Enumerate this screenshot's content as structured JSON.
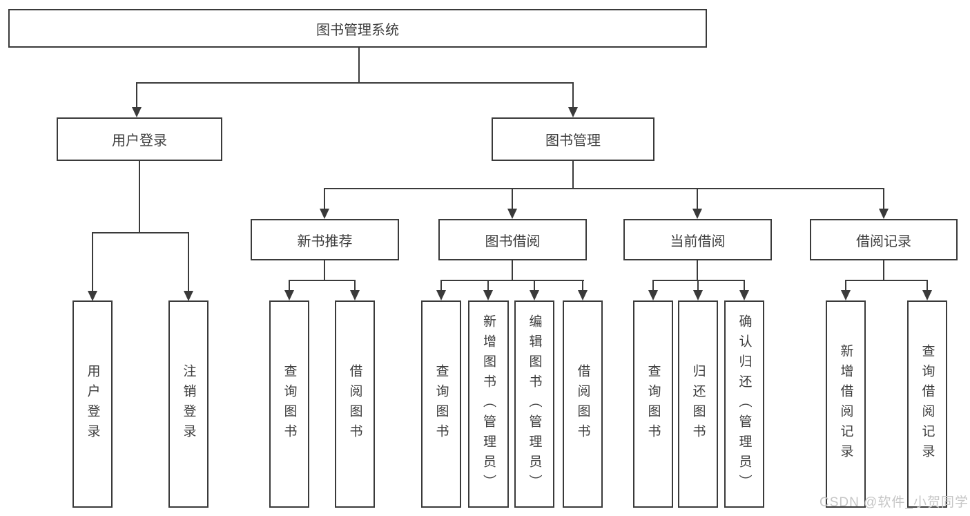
{
  "tree": {
    "root": "图书管理系统",
    "branches": [
      {
        "label": "用户登录",
        "children": [
          "用户登录",
          "注销登录"
        ]
      },
      {
        "label": "图书管理",
        "groups": [
          {
            "label": "新书推荐",
            "children": [
              "查询图书",
              "借阅图书"
            ]
          },
          {
            "label": "图书借阅",
            "children": [
              "查询图书",
              "新增图书（管理员）",
              "编辑图书（管理员）",
              "借阅图书"
            ]
          },
          {
            "label": "当前借阅",
            "children": [
              "查询图书",
              "归还图书",
              "确认归还（管理员）"
            ]
          },
          {
            "label": "借阅记录",
            "children": [
              "新增借阅记录",
              "查询借阅记录"
            ]
          }
        ]
      }
    ]
  },
  "colors": {
    "line": "#3a3a3a",
    "text": "#3d3d3d",
    "watermark_text": "#c6c6c6",
    "background": "#ffffff"
  },
  "watermark": "CSDN @软件_小贺同学"
}
